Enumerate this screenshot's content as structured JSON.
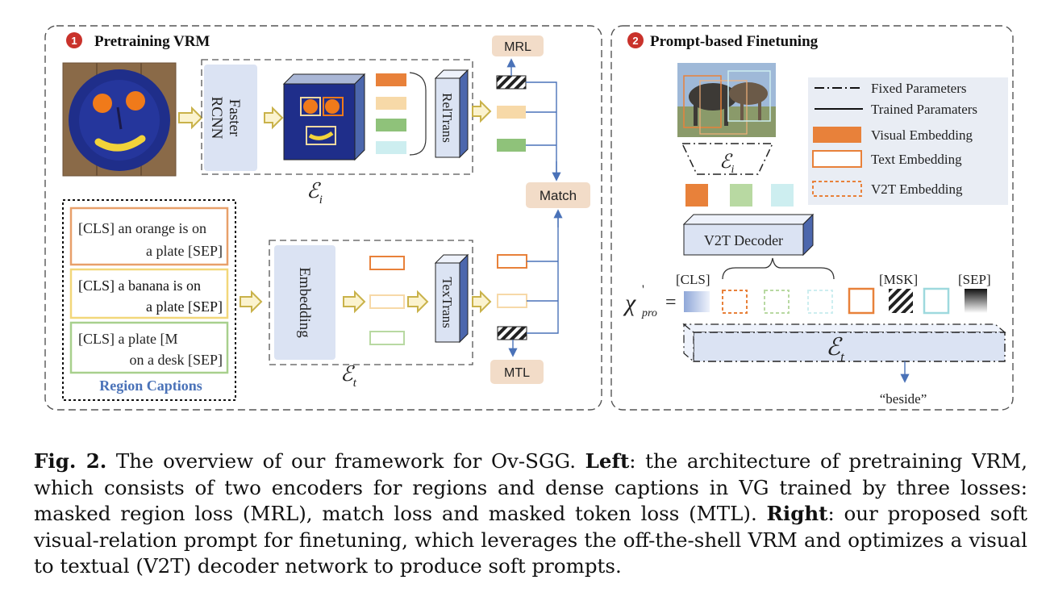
{
  "left_panel": {
    "step_number": "1",
    "title": "Pretraining VRM",
    "faster_rcnn_label": [
      "Faster",
      "RCNN"
    ],
    "reltrans_label": "RelTrans",
    "embedding_label": "Embedding",
    "textrans_label": "TexTrans",
    "mrl_label": "MRL",
    "mtl_label": "MTL",
    "match_label": "Match",
    "encoder_i_symbol": "ℰ",
    "encoder_i_sub": "i",
    "encoder_t_symbol": "ℰ",
    "encoder_t_sub": "t",
    "region_captions_title": "Region Captions",
    "captions": [
      {
        "line1": "[CLS] an orange is on",
        "line2": "a plate [SEP]",
        "color": "#e8a06a"
      },
      {
        "line1": "[CLS] a banana is on",
        "line2": "a plate [SEP]",
        "color": "#f2d77a"
      },
      {
        "line1": "[CLS] a plate [M",
        "line2": "on a desk [SEP]",
        "color": "#a8d08d"
      }
    ]
  },
  "right_panel": {
    "step_number": "2",
    "title": "Prompt-based Finetuning",
    "encoder_i_symbol": "ℰ",
    "encoder_i_sub": "i",
    "encoder_t_symbol": "ℰ",
    "encoder_t_sub": "t",
    "v2t_decoder_label": "V2T Decoder",
    "chi_symbol": "χ",
    "chi_sub": "pro",
    "equals": "=",
    "cls_token": "[CLS]",
    "msk_token": "[MSK]",
    "sep_token": "[SEP]",
    "output_word": "“beside”",
    "legend": [
      {
        "label": "Fixed Parameters",
        "kind": "dashdot"
      },
      {
        "label": "Trained Paramaters",
        "kind": "solid"
      },
      {
        "label": "Visual Embedding",
        "kind": "visual"
      },
      {
        "label": "Text Embedding",
        "kind": "text"
      },
      {
        "label": "V2T Embedding",
        "kind": "v2t"
      }
    ]
  },
  "colors": {
    "orange": "#e8813a",
    "light_orange": "#f7d9a8",
    "green": "#8fc27a",
    "light_green": "#b8d9a2",
    "cyan": "#cdeef0",
    "blue_box": "#dbe3f3",
    "beige_box": "#f2dcc8",
    "arrow_blue": "#4a72b8",
    "arrow_gold": "#c9b24a",
    "region_title": "#4a72b8"
  },
  "caption": {
    "fig_label": "Fig. 2.",
    "intro": "The overview of our framework for Ov-SGG.",
    "left_label": "Left",
    "left_text": ": the architecture of pretraining VRM, which consists of two encoders for regions and dense captions in VG trained by three losses: masked region loss (MRL), match loss and masked token loss (MTL).",
    "right_label": "Right",
    "right_text": ": our proposed soft visual-relation prompt for finetuning, which leverages the off-the-shell VRM and optimizes a visual to textual (V2T) decoder network to produce soft prompts."
  }
}
